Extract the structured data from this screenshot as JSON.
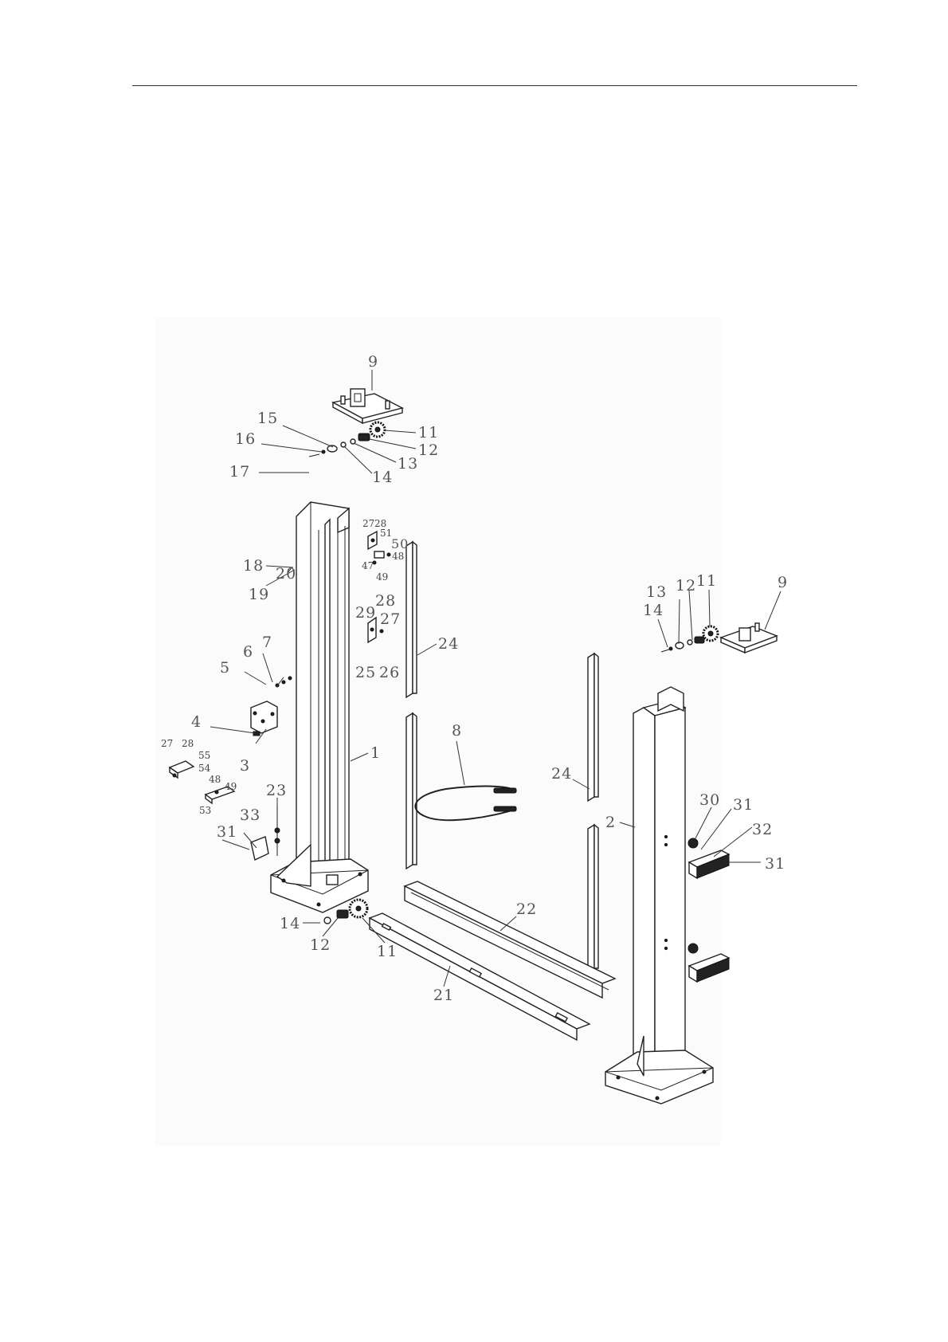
{
  "callouts": [
    {
      "id": "c9a",
      "text": "9"
    },
    {
      "id": "c15",
      "text": "15"
    },
    {
      "id": "c16",
      "text": "16"
    },
    {
      "id": "c17",
      "text": "17"
    },
    {
      "id": "c11a",
      "text": "11"
    },
    {
      "id": "c12a",
      "text": "12"
    },
    {
      "id": "c13a",
      "text": "13"
    },
    {
      "id": "c14a",
      "text": "14"
    },
    {
      "id": "c18",
      "text": "18"
    },
    {
      "id": "c19",
      "text": "19"
    },
    {
      "id": "c20",
      "text": "20"
    },
    {
      "id": "c29",
      "text": "29"
    },
    {
      "id": "c28a",
      "text": "28"
    },
    {
      "id": "c27a",
      "text": "27"
    },
    {
      "id": "c25",
      "text": "25"
    },
    {
      "id": "c26",
      "text": "26"
    },
    {
      "id": "c24a",
      "text": "24"
    },
    {
      "id": "c5",
      "text": "5"
    },
    {
      "id": "c6",
      "text": "6"
    },
    {
      "id": "c7",
      "text": "7"
    },
    {
      "id": "c4",
      "text": "4"
    },
    {
      "id": "c3",
      "text": "3"
    },
    {
      "id": "c1",
      "text": "1"
    },
    {
      "id": "c8",
      "text": "8"
    },
    {
      "id": "c24b",
      "text": "24"
    },
    {
      "id": "c2",
      "text": "2"
    },
    {
      "id": "c23",
      "text": "23"
    },
    {
      "id": "c33",
      "text": "33"
    },
    {
      "id": "c31a",
      "text": "31"
    },
    {
      "id": "c13b",
      "text": "13"
    },
    {
      "id": "c12b",
      "text": "12"
    },
    {
      "id": "c11b",
      "text": "11"
    },
    {
      "id": "c9b",
      "text": "9"
    },
    {
      "id": "c14b",
      "text": "14"
    },
    {
      "id": "c30",
      "text": "30"
    },
    {
      "id": "c31b",
      "text": "31"
    },
    {
      "id": "c32",
      "text": "32"
    },
    {
      "id": "c31c",
      "text": "31"
    },
    {
      "id": "c22",
      "text": "22"
    },
    {
      "id": "c14c",
      "text": "14"
    },
    {
      "id": "c12c",
      "text": "12"
    },
    {
      "id": "c11c",
      "text": "11"
    },
    {
      "id": "c21",
      "text": "21"
    }
  ],
  "small_callouts": [
    {
      "id": "s27a",
      "text": "27"
    },
    {
      "id": "s28a",
      "text": "28"
    },
    {
      "id": "s51",
      "text": "51"
    },
    {
      "id": "s50",
      "text": "50"
    },
    {
      "id": "s48a",
      "text": "48"
    },
    {
      "id": "s47",
      "text": "47"
    },
    {
      "id": "s49a",
      "text": "49"
    },
    {
      "id": "s27b",
      "text": "27"
    },
    {
      "id": "s28b",
      "text": "28"
    },
    {
      "id": "s55",
      "text": "55"
    },
    {
      "id": "s54",
      "text": "54"
    },
    {
      "id": "s48b",
      "text": "48"
    },
    {
      "id": "s49b",
      "text": "49"
    },
    {
      "id": "s53",
      "text": "53"
    }
  ]
}
